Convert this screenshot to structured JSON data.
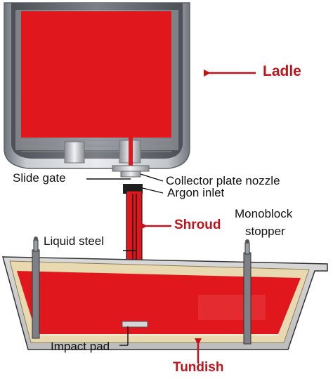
{
  "labels": {
    "ladle": "Ladle",
    "slide_gate": "Slide gate",
    "collector_nozzle": "Collector plate nozzle",
    "argon_inlet": "Argon inlet",
    "shroud": "Shroud",
    "monoblock": "Monoblock",
    "stopper": "stopper",
    "liquid_steel": "Liquid steel",
    "impact_pad": "Impact pad",
    "tundish": "Tundish"
  },
  "colors": {
    "steel": "#e0181d",
    "highlight_label": "#c0131a",
    "ladle_shell": "#9a9ea4",
    "refractory": "#e8d9b0",
    "text": "#111111"
  }
}
